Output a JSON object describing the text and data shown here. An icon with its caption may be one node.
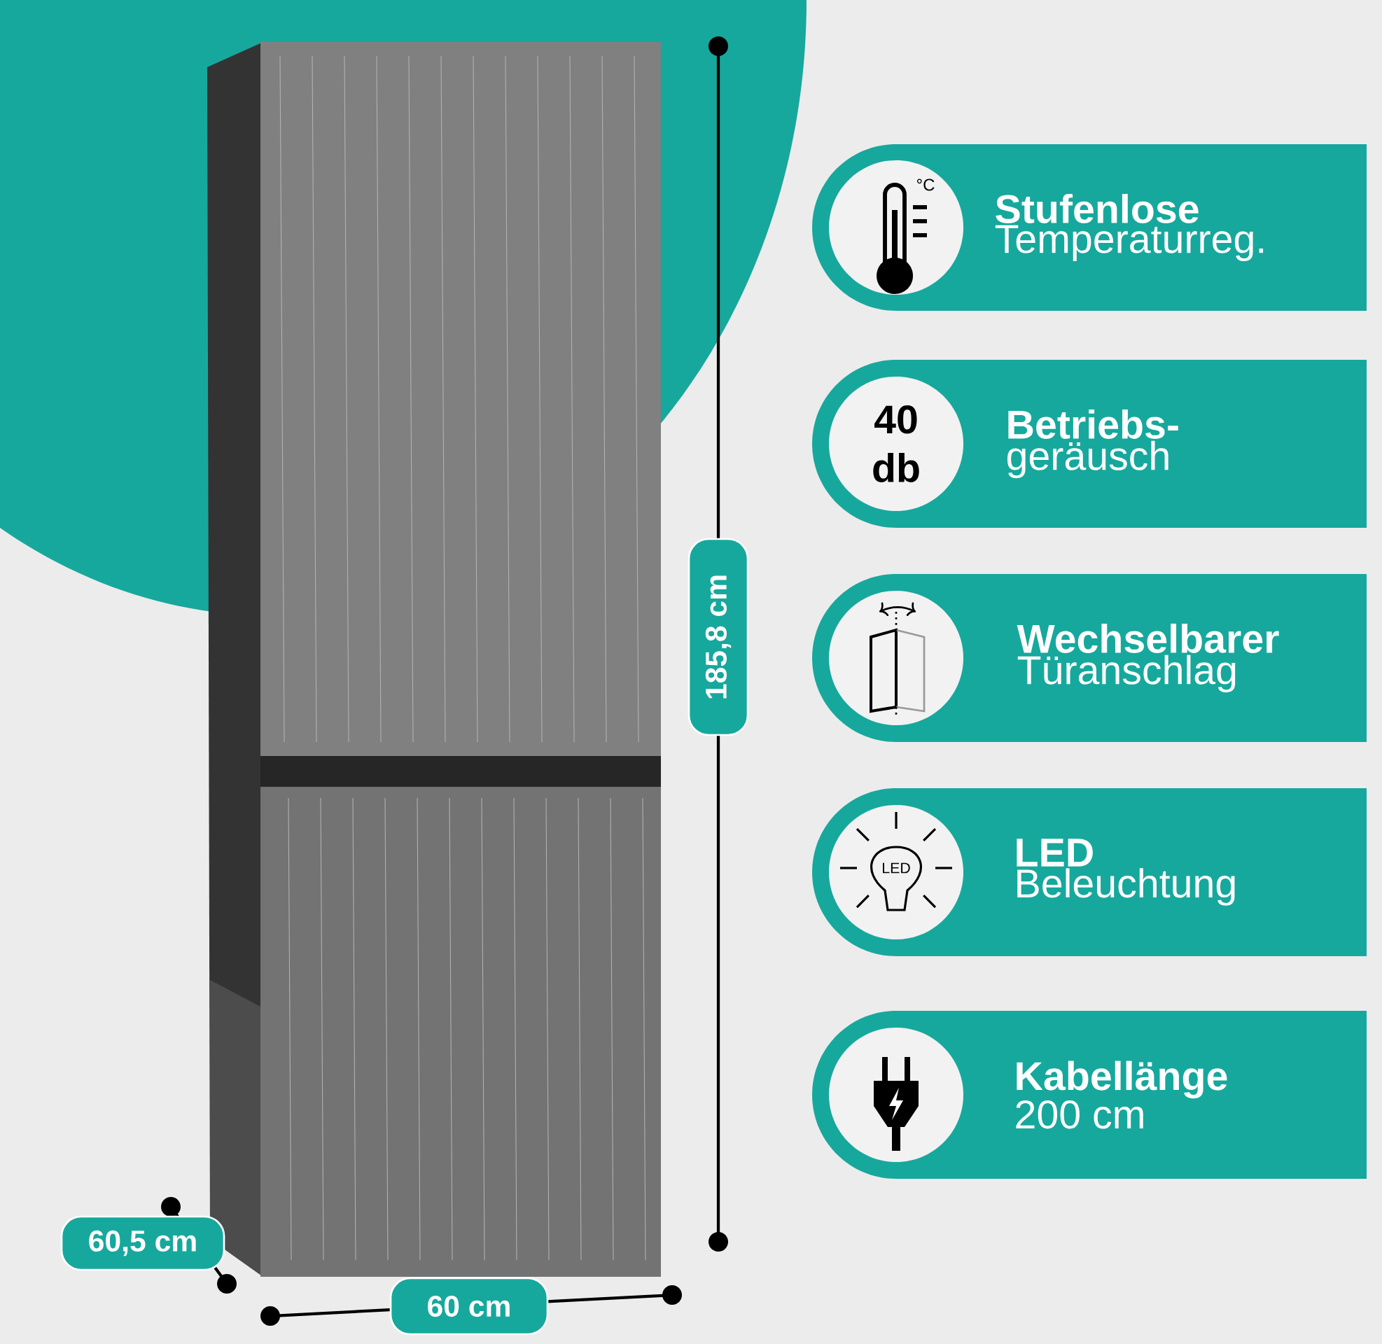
{
  "diagram": {
    "nodes": [
      {
        "text": [
          "Stufenlose",
          "Temperaturreg."
        ]
      },
      {
        "text": [
          "Betriebs-",
          "geräusch"
        ]
      },
      {
        "text": [
          "40 db"
        ],
        "in": 1
      },
      {
        "text": [
          "Wechselbarer",
          "Türanschlag"
        ]
      },
      {
        "text": [
          "LED",
          "Beleuchtung"
        ]
      },
      {
        "text": [
          "Kabellänge",
          "200 cm"
        ]
      }
    ],
    "labels": [
      "°C",
      "185,8 cm",
      "LED",
      "60,5 cm",
      "60 cm"
    ]
  }
}
